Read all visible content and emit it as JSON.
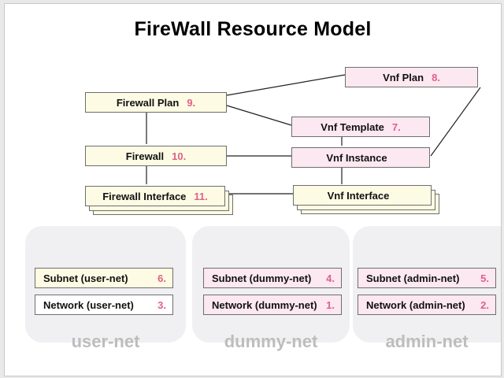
{
  "title": "FireWall Resource Model",
  "colors": {
    "resource_box": "#fdfbe4",
    "vnf_box": "#fce8f0",
    "number": "#e0608a",
    "panel": "#f0f0f2",
    "panel_label": "#bdbdbd"
  },
  "nodes": {
    "vnf_plan": {
      "label": "Vnf Plan",
      "num": "8."
    },
    "firewall_plan": {
      "label": "Firewall Plan",
      "num": "9."
    },
    "vnf_template": {
      "label": "Vnf Template",
      "num": "7."
    },
    "firewall": {
      "label": "Firewall",
      "num": "10."
    },
    "vnf_instance": {
      "label": "Vnf Instance",
      "num": ""
    },
    "firewall_interface": {
      "label": "Firewall Interface",
      "num": "11."
    },
    "vnf_interface": {
      "label": "Vnf Interface",
      "num": ""
    }
  },
  "networks": {
    "user": {
      "label": "user-net",
      "subnet": {
        "label": "Subnet (user-net)",
        "num": "6."
      },
      "network": {
        "label": "Network (user-net)",
        "num": "3."
      }
    },
    "dummy": {
      "label": "dummy-net",
      "subnet": {
        "label": "Subnet (dummy-net)",
        "num": "4."
      },
      "network": {
        "label": "Network (dummy-net)",
        "num": "1."
      }
    },
    "admin": {
      "label": "admin-net",
      "subnet": {
        "label": "Subnet (admin-net)",
        "num": "5."
      },
      "network": {
        "label": "Network (admin-net)",
        "num": "2."
      }
    }
  }
}
